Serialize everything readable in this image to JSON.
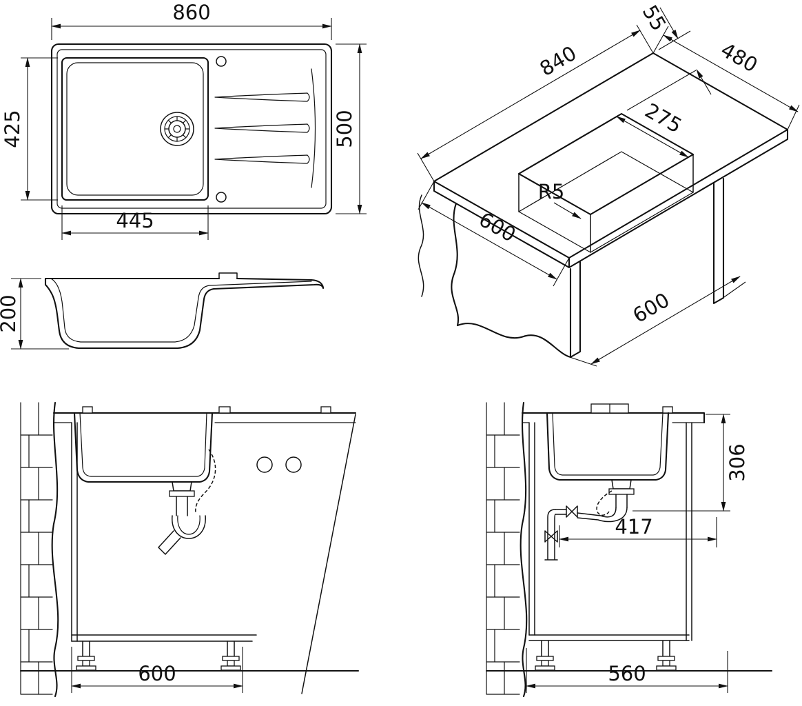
{
  "colors": {
    "line": "#111111",
    "background": "#ffffff"
  },
  "views": {
    "plan": {
      "dims": {
        "overall_width": "860",
        "overall_depth": "500",
        "bowl_cutout_depth": "425",
        "bowl_cutout_width": "445"
      }
    },
    "profile": {
      "dims": {
        "overall_height": "200"
      }
    },
    "isometric": {
      "dims": {
        "rim_to_edge": "55",
        "worktop_depth": "480",
        "cutout_length": "840",
        "bowl_width": "275",
        "corner_radius": "R5",
        "front_edge": "600",
        "cabinet_depth": "600"
      }
    },
    "front_section": {
      "dims": {
        "cabinet_width": "600"
      }
    },
    "side_section": {
      "dims": {
        "rim_to_trap": "306",
        "trap_offset": "417",
        "cabinet_depth": "560"
      }
    }
  }
}
